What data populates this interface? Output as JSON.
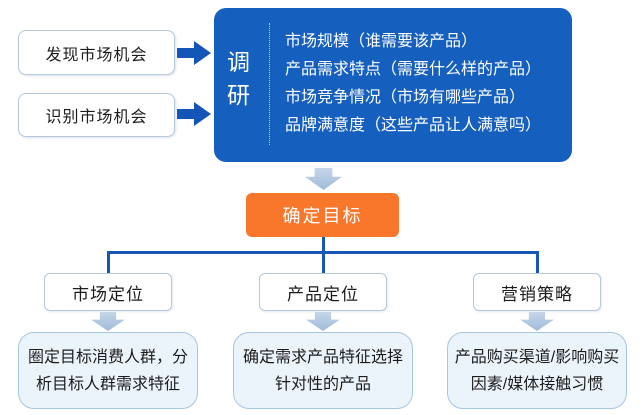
{
  "page": {
    "background": "#ffffff"
  },
  "colors": {
    "primary_blue": "#155fbe",
    "arrow_blue": "#1356b8",
    "connector_blue": "#1857b5",
    "accent_orange": "#f8772a",
    "soft_arrow_blue": "#a9c2de",
    "box_border": "#b5c8dd",
    "detail_fill": "#ecf4fb",
    "detail_border": "#a6c5e2"
  },
  "inputs": [
    {
      "label": "发现市场机会"
    },
    {
      "label": "识别市场机会"
    }
  ],
  "research": {
    "title_char_1": "调",
    "title_char_2": "研",
    "items": [
      "市场规模（谁需要该产品）",
      "产品需求特点（需要什么样的产品）",
      "市场竞争情况（市场有哪些产品）",
      "品牌满意度（这些产品让人满意吗）"
    ]
  },
  "goal": {
    "label": "确定目标"
  },
  "branches": [
    {
      "label": "市场定位",
      "detail_line_1": "圈定目标消费人群，分",
      "detail_line_2": "析目标人群需求特征"
    },
    {
      "label": "产品定位",
      "detail_line_1": "确定需求产品特征选择",
      "detail_line_2": "针对性的产品"
    },
    {
      "label": "营销策略",
      "detail_line_1": "产品购买渠道/影响购买",
      "detail_line_2": "因素/媒体接触习惯"
    }
  ]
}
